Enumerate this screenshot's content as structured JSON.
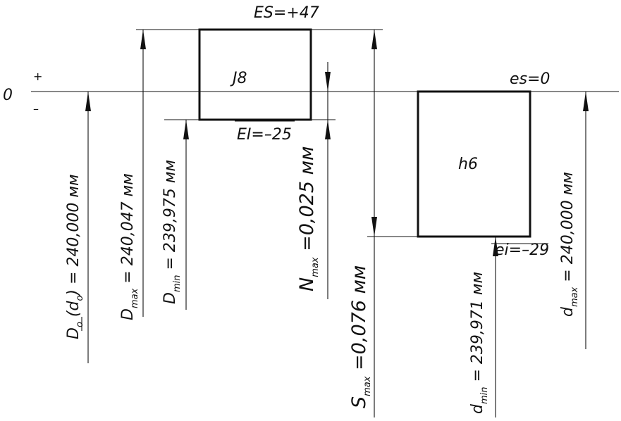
{
  "zero_line": {
    "label": "0",
    "plus": "+",
    "minus": "–"
  },
  "hole_zone": {
    "label": "J8",
    "upper_deviation": "ES=+47",
    "lower_deviation": "EI=–25"
  },
  "shaft_zone": {
    "label": "h6",
    "upper_deviation": "es=0",
    "lower_deviation": "ei=–29"
  },
  "dimensions": {
    "d0": {
      "symbol": "D",
      "sub": "o",
      "paren_symbol": "d",
      "paren_sub": "o",
      "value": "= 240,000 мм"
    },
    "dmax_hole": {
      "symbol": "D",
      "sub": "max",
      "value": "= 240,047 мм"
    },
    "dmin_hole": {
      "symbol": "D",
      "sub": "min",
      "value": "= 239,975 мм"
    },
    "nmax": {
      "symbol": "N",
      "sub": "max",
      "value": "=0,025 мм"
    },
    "smax": {
      "symbol": "S",
      "sub": "max",
      "value": "=0,076 мм"
    },
    "dmin_shaft": {
      "symbol": "d",
      "sub": "min",
      "value": "= 239,971 мм"
    },
    "dmax_shaft": {
      "symbol": "d",
      "sub": "max",
      "value": "= 240,000 мм"
    }
  }
}
